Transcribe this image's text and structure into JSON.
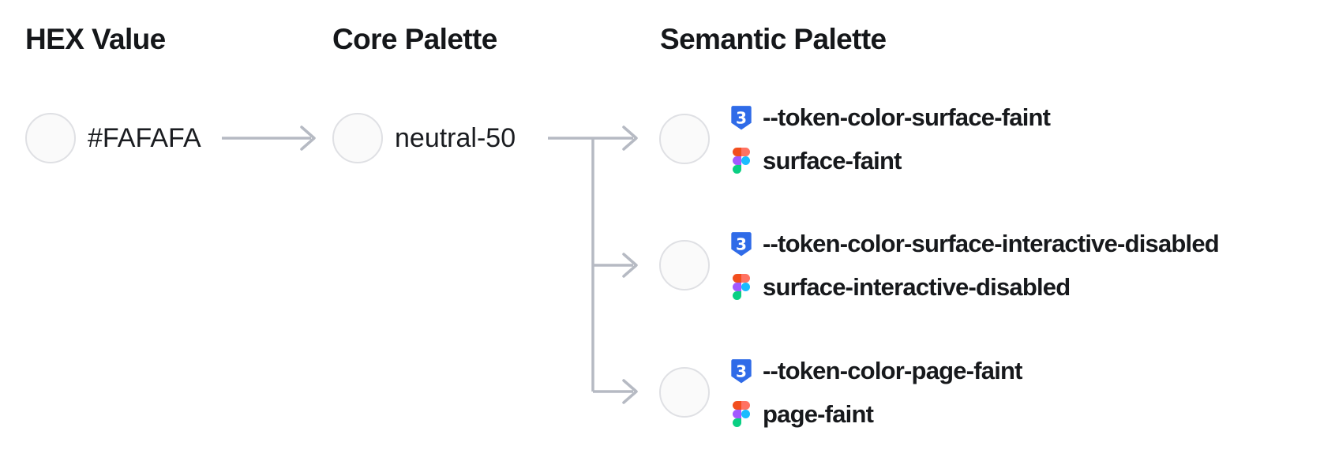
{
  "diagram": {
    "columns": [
      {
        "title": "HEX Value"
      },
      {
        "title": "Core Palette"
      },
      {
        "title": "Semantic Palette"
      }
    ],
    "hex_node": {
      "label": "#FAFAFA",
      "swatch_color": "#FAFAFA"
    },
    "core_node": {
      "label": "neutral-50",
      "swatch_color": "#FAFAFA"
    },
    "semantic_nodes": [
      {
        "css_variable": "--token-color-surface-faint",
        "figma_name": "surface-faint",
        "swatch_color": "#FAFAFA"
      },
      {
        "css_variable": "--token-color-surface-interactive-disabled",
        "figma_name": "surface-interactive-disabled",
        "swatch_color": "#FAFAFA"
      },
      {
        "css_variable": "--token-color-page-faint",
        "figma_name": "page-faint",
        "swatch_color": "#FAFAFA"
      }
    ],
    "colors": {
      "background": "#FFFFFF",
      "text": "#17191C",
      "swatch_fill": "#FAFAFA",
      "swatch_border": "#DFE0E4",
      "connector": "#B6BAC3",
      "css_icon_blue": "#2F6BE8",
      "figma_red": "#F24E1E",
      "figma_salmon": "#FF7262",
      "figma_purple": "#A259FF",
      "figma_blue": "#1ABCFE",
      "figma_green": "#0ACF83"
    }
  }
}
